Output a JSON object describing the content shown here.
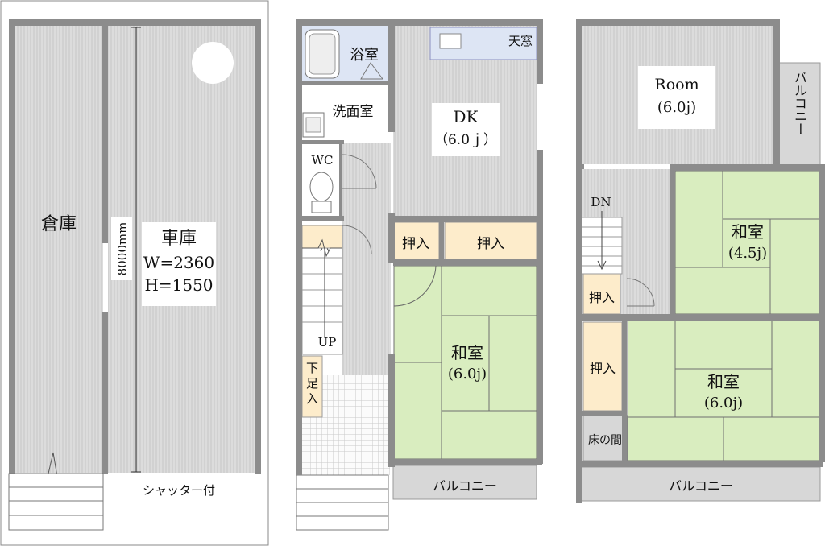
{
  "colors": {
    "wall": "#8c8c8c",
    "floor_gray": "#d7d7d7",
    "tatami": "#d9edbf",
    "closet": "#fdeccb",
    "tile": "#dde5f4",
    "balcony": "#d7d7d7",
    "label_bg": "#ffffff"
  },
  "floor1": {
    "storage": "倉庫",
    "garage_title": "車庫",
    "garage_w": "W=2360",
    "garage_h": "H=1550",
    "dimension": "8000mm",
    "shutter": "シャッター付"
  },
  "floor2": {
    "bath": "浴室",
    "washroom": "洗面室",
    "wc": "WC",
    "dk_name": "DK",
    "dk_size": "（6.0ｊ）",
    "skylight": "天窓",
    "closet_a": "押入",
    "closet_b": "押入",
    "washitsu_name": "和室",
    "washitsu_size": "(6.0j)",
    "up": "UP",
    "shoe": "下足入",
    "balcony": "バルコニー"
  },
  "floor3": {
    "room_name": "Room",
    "room_size": "(6.0j)",
    "side_balcony": "バルコニー",
    "dn": "DN",
    "washitsu1_name": "和室",
    "washitsu1_size": "(4.5j)",
    "closet_a": "押入",
    "closet_b": "押入",
    "washitsu2_name": "和室",
    "washitsu2_size": "(6.0j)",
    "tokonoma": "床の間",
    "balcony": "バルコニー"
  }
}
